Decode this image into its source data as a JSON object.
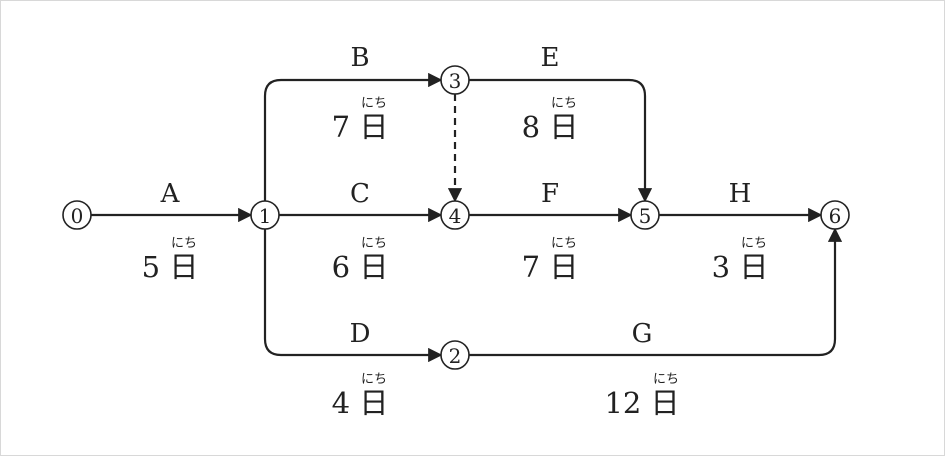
{
  "colors": {
    "ink": "#222222",
    "background": "#ffffff"
  },
  "diagram": {
    "nodes": [
      {
        "id": "0",
        "label": "0"
      },
      {
        "id": "1",
        "label": "1"
      },
      {
        "id": "2",
        "label": "2"
      },
      {
        "id": "3",
        "label": "3"
      },
      {
        "id": "4",
        "label": "4"
      },
      {
        "id": "5",
        "label": "5"
      },
      {
        "id": "6",
        "label": "6"
      }
    ],
    "activities": [
      {
        "name": "A",
        "from": "0",
        "to": "1",
        "days": "5",
        "unit": "日",
        "reading": "にち"
      },
      {
        "name": "B",
        "from": "1",
        "to": "3",
        "days": "7",
        "unit": "日",
        "reading": "にち"
      },
      {
        "name": "C",
        "from": "1",
        "to": "4",
        "days": "6",
        "unit": "日",
        "reading": "にち"
      },
      {
        "name": "D",
        "from": "1",
        "to": "2",
        "days": "4",
        "unit": "日",
        "reading": "にち"
      },
      {
        "name": "E",
        "from": "3",
        "to": "5",
        "days": "8",
        "unit": "日",
        "reading": "にち"
      },
      {
        "name": "F",
        "from": "4",
        "to": "5",
        "days": "7",
        "unit": "日",
        "reading": "にち"
      },
      {
        "name": "G",
        "from": "2",
        "to": "6",
        "days": "12",
        "unit": "日",
        "reading": "にち"
      },
      {
        "name": "H",
        "from": "5",
        "to": "6",
        "days": "3",
        "unit": "日",
        "reading": "にち"
      }
    ],
    "dummies": [
      {
        "from": "3",
        "to": "4"
      }
    ]
  }
}
